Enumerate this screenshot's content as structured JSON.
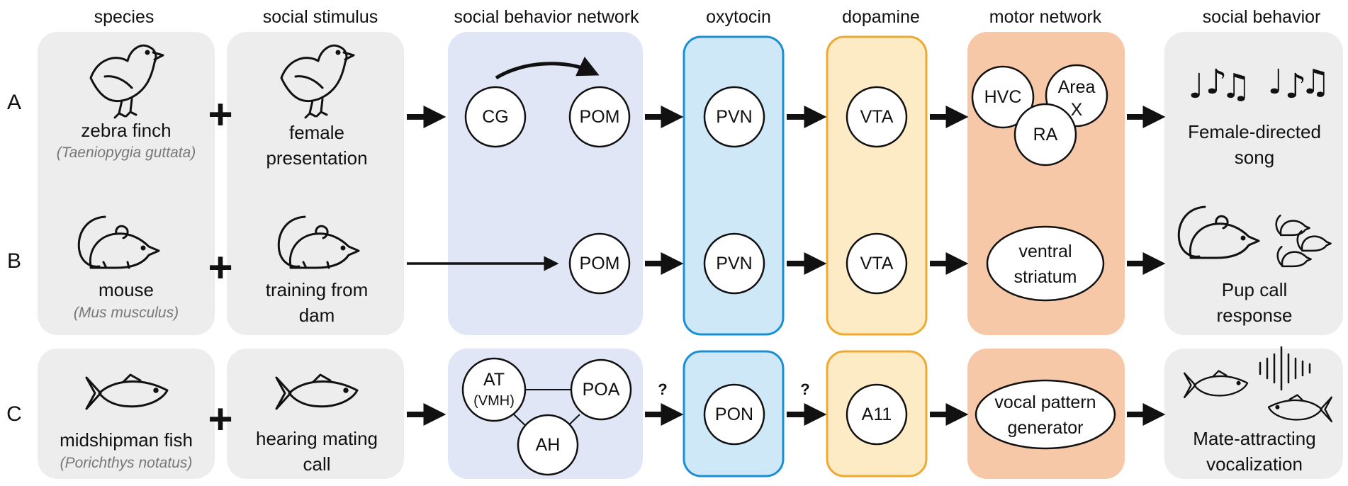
{
  "columns": {
    "species": "species",
    "stimulus": "social stimulus",
    "sbn": "social behavior network",
    "oxytocin": "oxytocin",
    "dopamine": "dopamine",
    "motor": "motor network",
    "behavior": "social behavior"
  },
  "rows": [
    {
      "label": "A",
      "species": "zebra finch",
      "scientific": "(Taeniopygia guttata)",
      "stimulus": [
        "female",
        "presentation"
      ],
      "sbn_nodes": [
        "CG",
        "POM"
      ],
      "oxytocin_node": "PVN",
      "dopamine_node": "VTA",
      "motor_nodes": [
        "HVC",
        "RA",
        "Area",
        "X"
      ],
      "behavior": [
        "Female-directed",
        "song"
      ]
    },
    {
      "label": "B",
      "species": "mouse",
      "scientific": "(Mus musculus)",
      "stimulus": [
        "training from",
        "dam"
      ],
      "sbn_nodes": [
        "POM"
      ],
      "oxytocin_node": "PVN",
      "dopamine_node": "VTA",
      "motor_nodes": [
        "ventral",
        "striatum"
      ],
      "behavior": [
        "Pup call",
        "response"
      ]
    },
    {
      "label": "C",
      "species": "midshipman fish",
      "scientific": "(Porichthys notatus)",
      "stimulus": [
        "hearing mating",
        "call"
      ],
      "sbn_nodes": [
        "AT",
        "(VMH)",
        "POA",
        "AH"
      ],
      "oxytocin_node": "PON",
      "dopamine_node": "A11",
      "motor_nodes": [
        "vocal pattern",
        "generator"
      ],
      "behavior": [
        "Mate-attracting",
        "vocalization"
      ]
    }
  ],
  "symbols": {
    "plus": "+",
    "question": "?"
  },
  "icons": [
    "bird-icon",
    "mouse-icon",
    "fish-icon",
    "music-notes-icon",
    "mouse-pups-icon",
    "fish-pair-sound-icon"
  ],
  "colors": {
    "panel_gray": "#ededed",
    "sbn_blue": "#e0e6f6",
    "oxytocin_fill": "#cfe8f8",
    "oxytocin_border": "#1b8fd3",
    "dopamine_fill": "#fdebc5",
    "dopamine_border": "#f0a930",
    "motor_fill": "#f6c8a8"
  }
}
